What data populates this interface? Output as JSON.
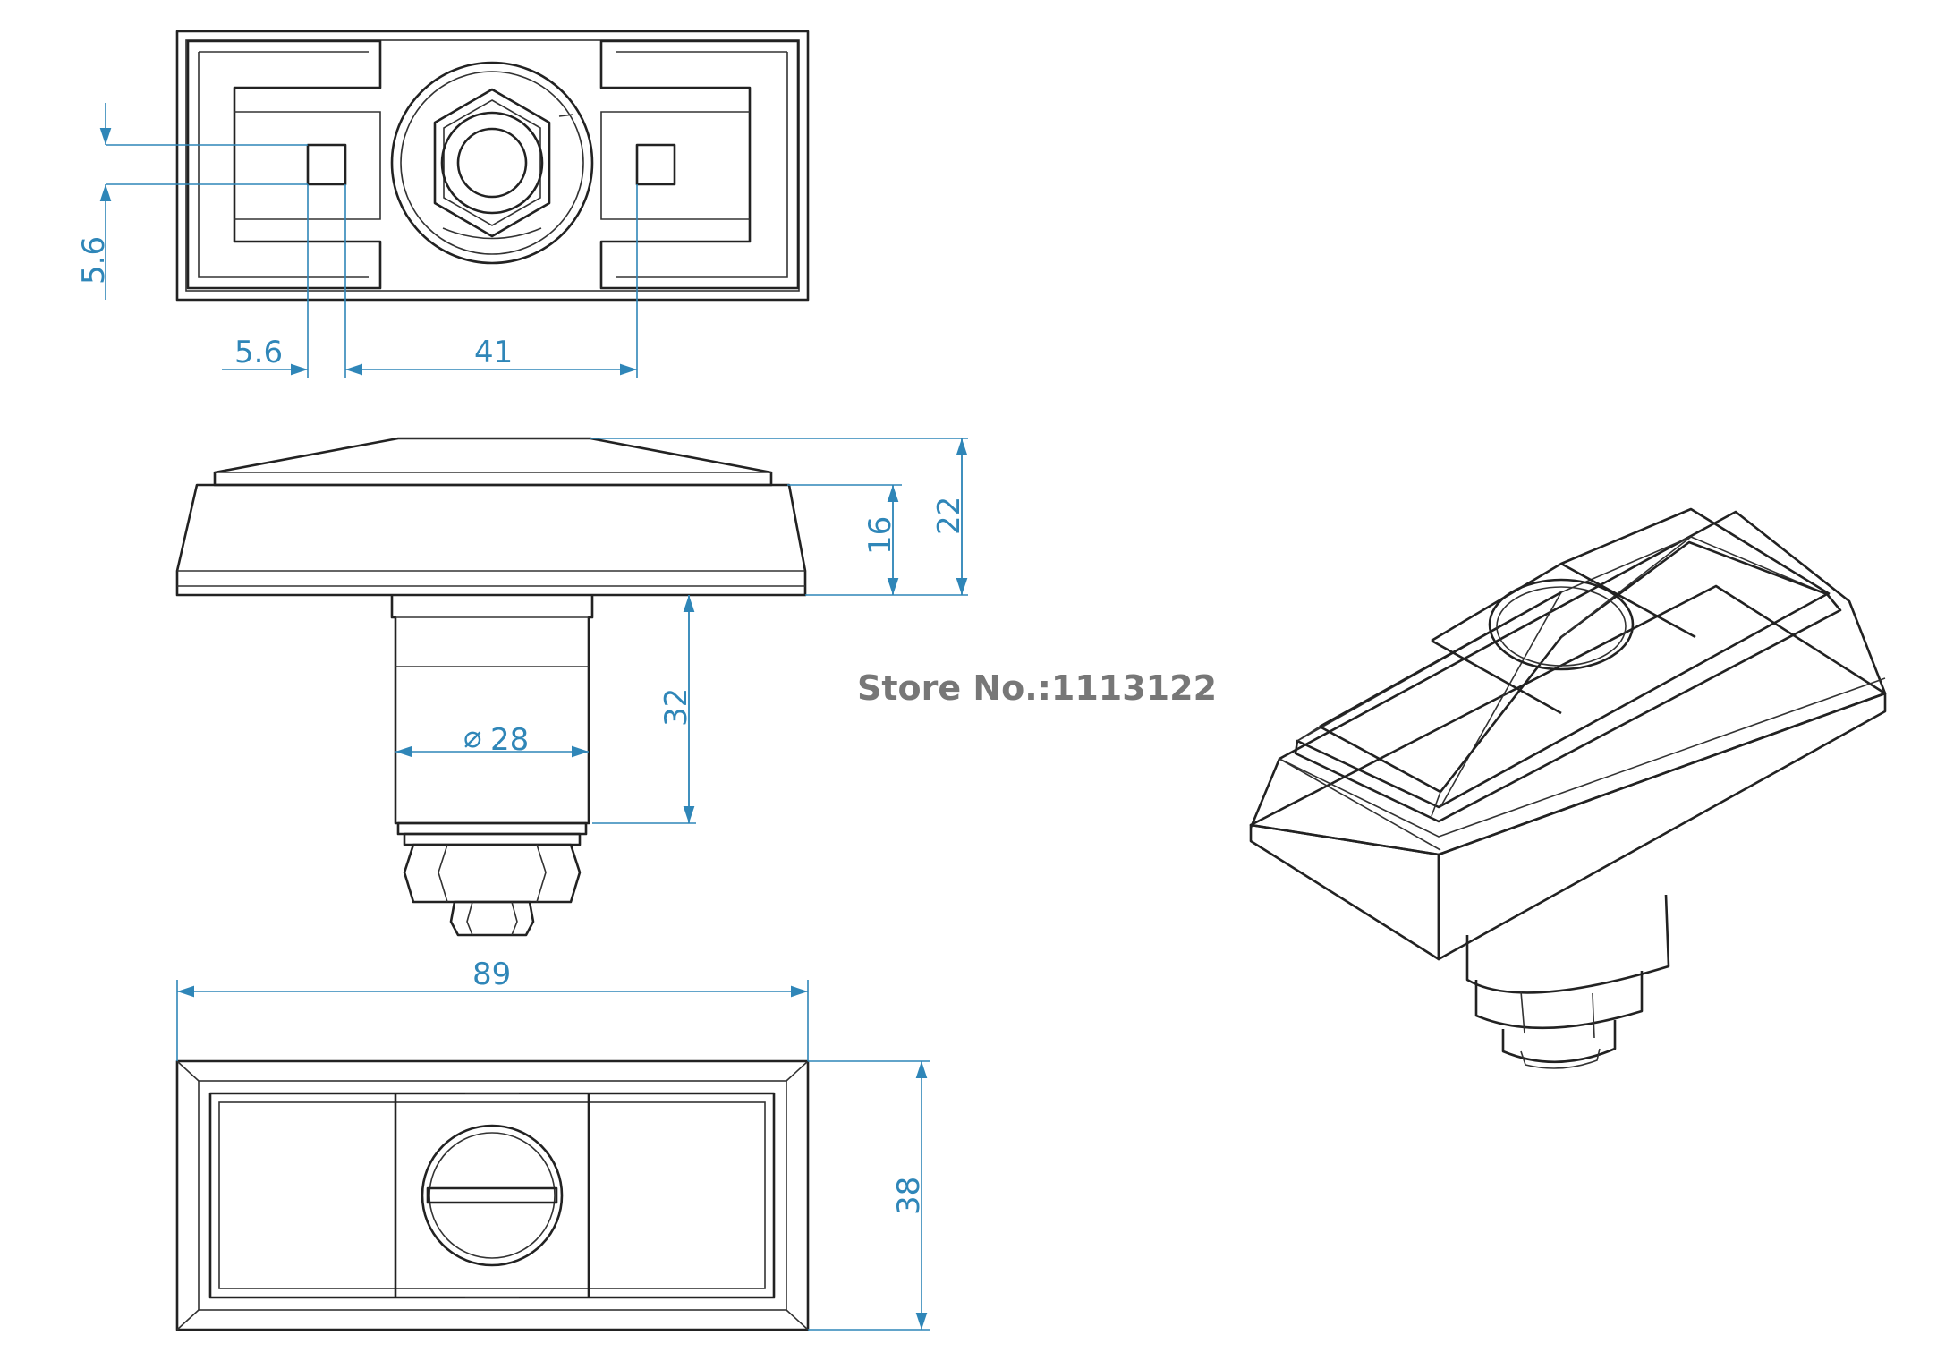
{
  "store_label": "Store No.:1113122",
  "dims": {
    "top_view_vertical": "5.6",
    "top_view_horizontal_small": "5.6",
    "top_view_spacing": "41",
    "side_total_height": "22",
    "side_base_height": "16",
    "shaft_length": "32",
    "shaft_diameter": "28",
    "overall_width": "89",
    "overall_depth": "38"
  },
  "colors": {
    "dimension": "#2f86b8",
    "outline": "#222222",
    "label": "#777777"
  }
}
